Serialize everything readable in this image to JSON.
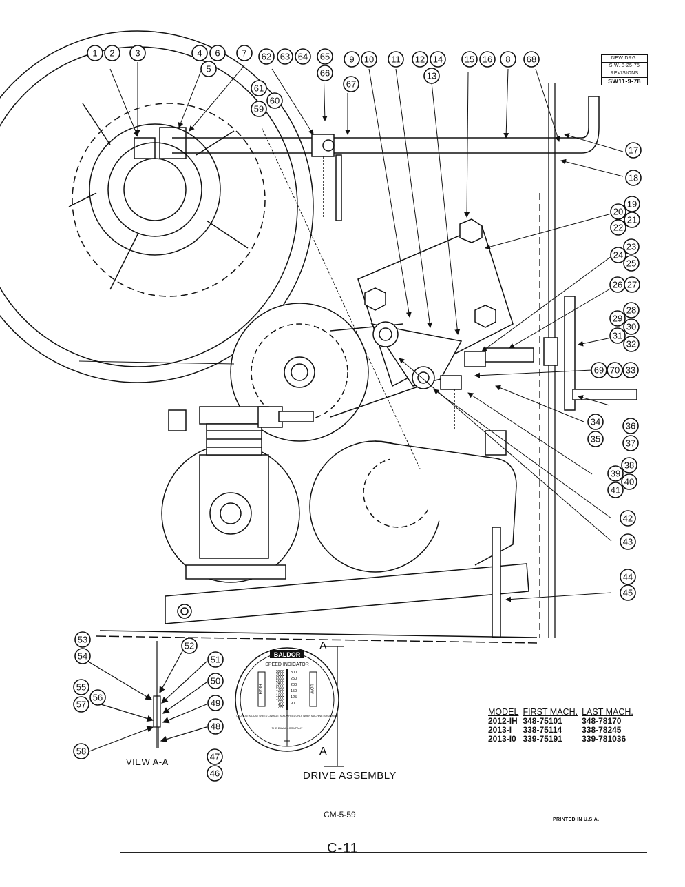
{
  "revision_box": [
    "NEW DRG.",
    "S.W. 8-25-75",
    "REVISIONS",
    "SW11-9-78"
  ],
  "callouts": [
    "1",
    "2",
    "3",
    "4",
    "5",
    "6",
    "7",
    "8",
    "9",
    "10",
    "11",
    "12",
    "13",
    "14",
    "15",
    "16",
    "17",
    "18",
    "19",
    "20",
    "21",
    "22",
    "23",
    "24",
    "25",
    "26",
    "27",
    "28",
    "29",
    "30",
    "31",
    "32",
    "33",
    "34",
    "35",
    "36",
    "37",
    "38",
    "39",
    "40",
    "41",
    "42",
    "43",
    "44",
    "45",
    "46",
    "47",
    "48",
    "49",
    "50",
    "51",
    "52",
    "53",
    "54",
    "55",
    "56",
    "57",
    "58",
    "59",
    "60",
    "61",
    "62",
    "63",
    "64",
    "65",
    "66",
    "67",
    "68",
    "69",
    "70"
  ],
  "section_marker": "A",
  "view_label": "VIEW A-A",
  "speed_indicator": {
    "brand": "BALDOR",
    "title": "SPEED INDICATOR",
    "left_scale": [
      "3200",
      "3000",
      "2800",
      "2600",
      "2400",
      "2000",
      "1750",
      "1500",
      "1200",
      "1000",
      "850",
      "450",
      "350"
    ],
    "right_scale": [
      "300",
      "250",
      "200",
      "150",
      "125",
      "90"
    ],
    "left_word": "HIGH",
    "right_word": "LOW",
    "caution": "CAUTION: ADJUST SPEED CHANGE HANDWHEEL ONLY WHEN MACHINE IS RUNNING",
    "maker": "THE DAVALL COMPANY"
  },
  "models_table": {
    "headers": [
      "MODEL",
      "FIRST MACH.",
      "LAST MACH."
    ],
    "rows": [
      [
        "2012-IH",
        "348-75101",
        "348-78170"
      ],
      [
        "2013-I",
        "338-75114",
        "338-78245"
      ],
      [
        "2013-I0",
        "339-75191",
        "339-781036"
      ]
    ]
  },
  "title": "DRIVE ASSEMBLY",
  "doc_code": "CM-5-59",
  "printed": "PRINTED IN U.S.A.",
  "page_number": "C-11"
}
